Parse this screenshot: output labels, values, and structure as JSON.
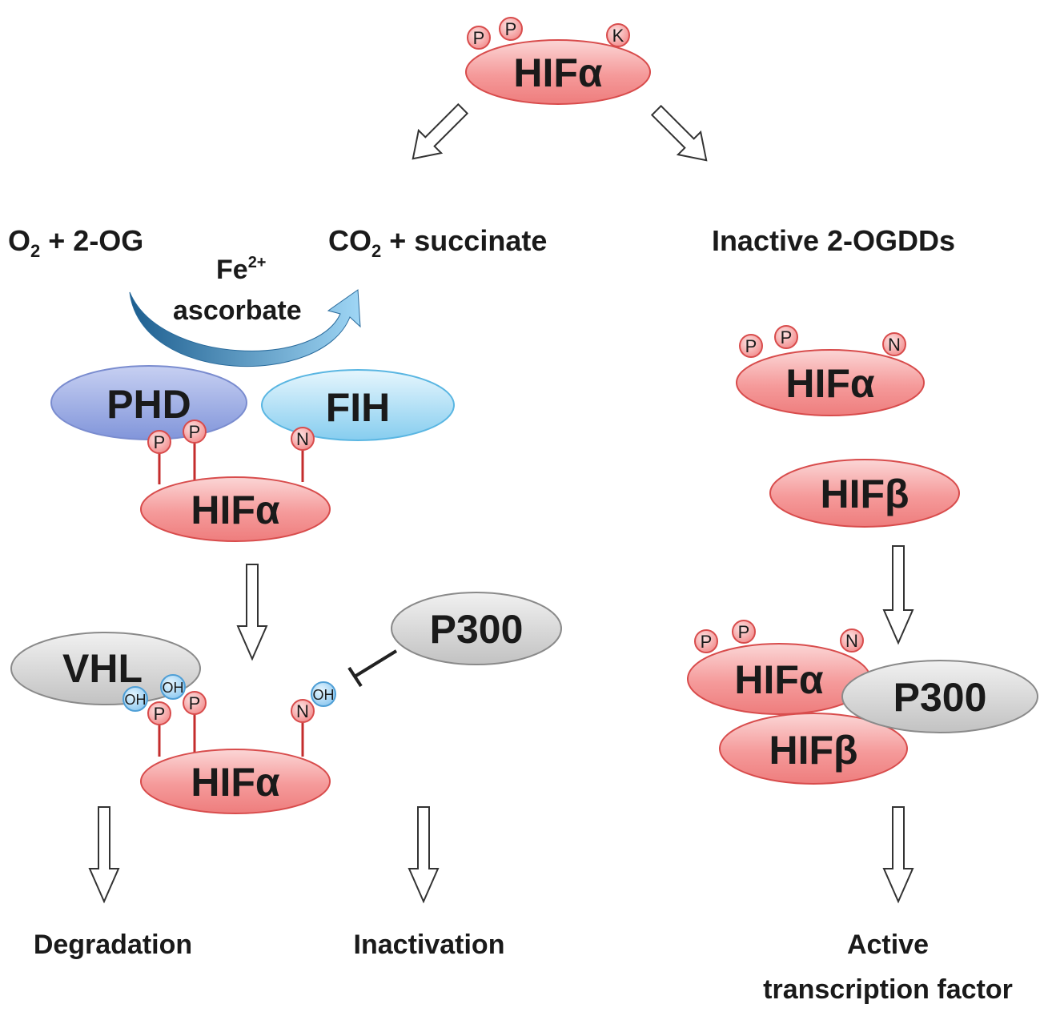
{
  "labels": {
    "hif_alpha": "HIFα",
    "hif_beta": "HIFβ",
    "phd": "PHD",
    "fih": "FIH",
    "vhl": "VHL",
    "p300": "P300",
    "o2_2og": "O2 + 2-OG",
    "co2_succinate": "CO2 + succinate",
    "fe2": "Fe2+",
    "ascorbate": "ascorbate",
    "inactive_ogdds": "Inactive 2-OGDDs",
    "degradation": "Degradation",
    "inactivation": "Inactivation",
    "active_tf_line1": "Active",
    "active_tf_line2": "transcription factor"
  },
  "mods": {
    "p": "P",
    "k": "K",
    "n": "N",
    "oh": "OH"
  },
  "colors": {
    "hif": "#f48a8a",
    "hif_stroke": "#d84c4c",
    "phd": "#8c9fe0",
    "fih": "#8fd3f2",
    "grey": "#cfcfcf",
    "arrow_blue": "#2e78b5"
  }
}
